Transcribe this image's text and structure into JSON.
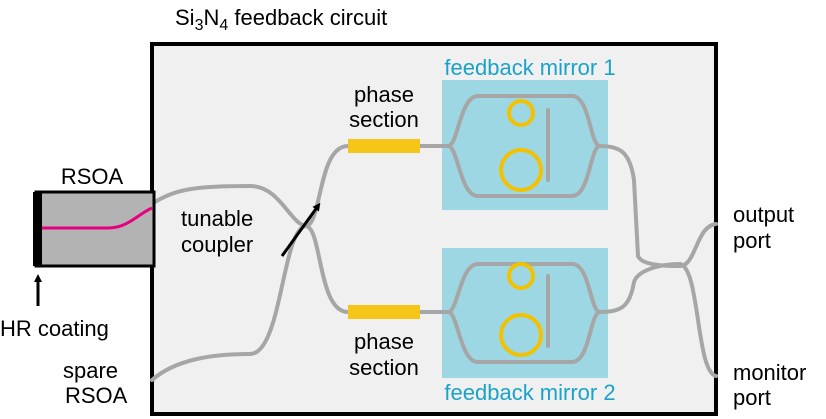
{
  "colors": {
    "chip_fill": "#f0f0f0",
    "chip_border": "#000000",
    "waveguide": "#a6a6a6",
    "mirror_fill": "#9dd7e3",
    "ring": "#f2c200",
    "phase_section": "#f5c518",
    "rsoa_fill": "#b3b3b3",
    "rsoa_waveguide": "#e6007e",
    "cyan_text": "#1aa3c8"
  },
  "labels": {
    "chip_title_prefix": "Si",
    "chip_title_sub1": "3",
    "chip_title_mid": "N",
    "chip_title_sub2": "4",
    "chip_title_suffix": " feedback circuit",
    "rsoa": "RSOA",
    "hr_coating": "HR coating",
    "spare_line1": "spare",
    "spare_line2": "RSOA",
    "tunable_line1": "tunable",
    "tunable_line2": "coupler",
    "phase_top_line1": "phase",
    "phase_top_line2": "section",
    "phase_bottom_line1": "phase",
    "phase_bottom_line2": "section",
    "mirror1": "feedback mirror 1",
    "mirror2": "feedback mirror 2",
    "output_line1": "output",
    "output_line2": "port",
    "monitor_line1": "monitor",
    "monitor_line2": "port"
  },
  "icons": {
    "hr_arrow": "up-arrow-icon",
    "tuning_arrow": "diagonal-arrow-icon"
  }
}
